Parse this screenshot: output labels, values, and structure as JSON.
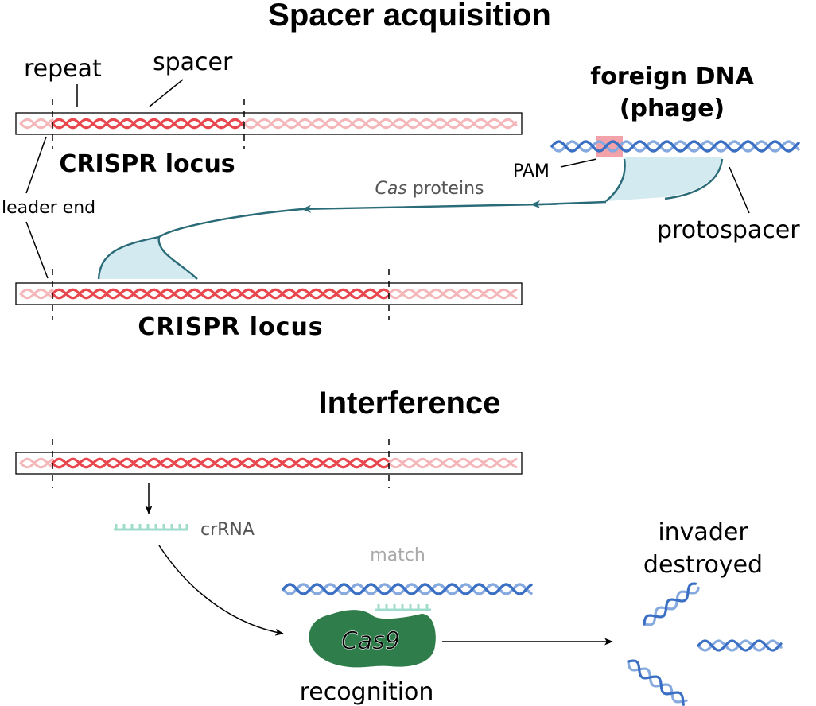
{
  "sections": {
    "acquisition_title": "Spacer acquisition",
    "interference_title": "Interference"
  },
  "labels": {
    "repeat": "repeat",
    "spacer": "spacer",
    "crispr_locus_top": "CRISPR locus",
    "leader_end": "leader end",
    "crispr_locus_middle": "CRISPR locus",
    "foreign_dna_line1": "foreign DNA",
    "foreign_dna_line2": "(phage)",
    "pam": "PAM",
    "cas_italic": "Cas",
    "cas_rest": " proteins",
    "protospacer": "protospacer",
    "crrna": "crRNA",
    "match": "match",
    "cas9": "Cas9",
    "recognition": "recognition",
    "invader_line1": "invader",
    "invader_line2": "destroyed"
  },
  "colors": {
    "repeat_red": "#e8474e",
    "faded_red": "#f4b6b8",
    "phage_blue": "#3a6fc4",
    "phage_blue_light": "#86a9df",
    "arrow_teal": "#2a6b78",
    "protospacer_fill": "#d4eaf1",
    "pam_pink": "#f2a2a8",
    "crrna_mint": "#9fdccc",
    "cas9_green": "#2e7d4a"
  }
}
